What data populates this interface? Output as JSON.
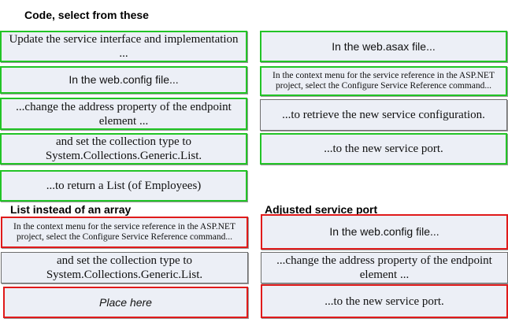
{
  "headings": {
    "code": "Code, select from these",
    "list": "List instead of an array",
    "port": "Adjusted service port"
  },
  "source_left": [
    "Update the service interface and implementation ...",
    "In the web.config file...",
    "...change the address property of the endpoint element ...",
    "and set the collection type to System.Collections.Generic.List.",
    "...to return a List (of Employees)"
  ],
  "source_right": [
    "In the web.asax file...",
    "In the context menu for the service reference in the ASP.NET project, select the Configure Service Reference command...",
    "...to retrieve the new service configuration.",
    "...to the new service port."
  ],
  "target_list": [
    "In the context menu for the service reference in the ASP.NET project, select the Configure Service Reference command...",
    "and set the collection type to System.Collections.Generic.List.",
    "Place here"
  ],
  "target_port": [
    "In the web.config file...",
    "...change the address property of the endpoint element ...",
    "...to the new service port."
  ]
}
